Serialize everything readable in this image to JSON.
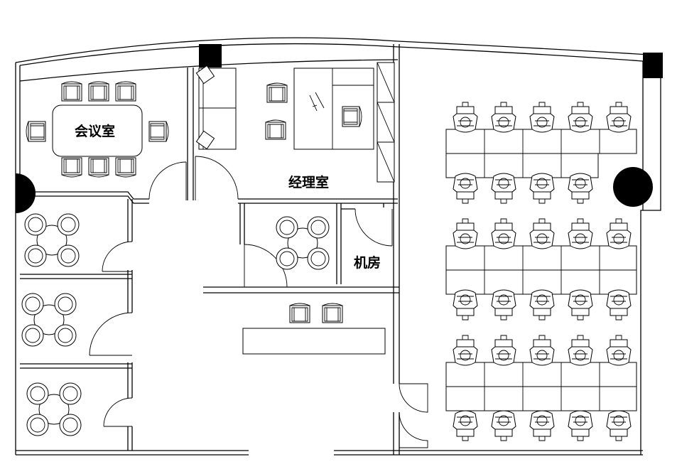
{
  "rooms": {
    "meeting_room": "会议室",
    "manager_office": "经理室",
    "server_room": "机房"
  },
  "colors": {
    "line": "#000000",
    "background": "#ffffff"
  }
}
